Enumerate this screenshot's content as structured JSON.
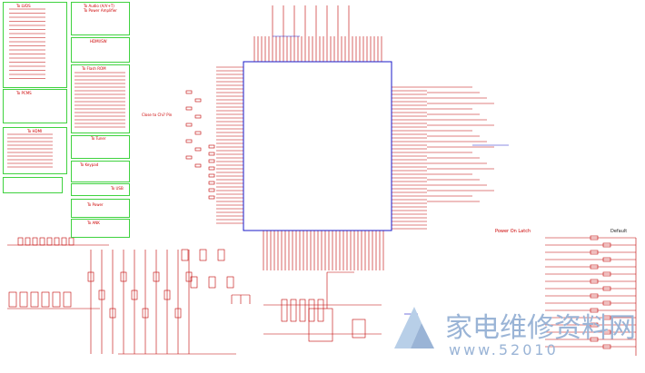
{
  "blocks": {
    "lvds": "To LVDS",
    "audio": "To Audio (A/V+T)",
    "audio_sub": "To Power Amplifier",
    "hdmi_sw": "HDMI/SW",
    "flash": "To Flash ROM",
    "pcms": "To PCMS",
    "hdmi": "To HDMI",
    "tuner": "To Tuner",
    "keypad": "To Keypad",
    "usb": "To USB",
    "power": "To Power",
    "ank": "To ANK"
  },
  "notes": {
    "close_to_ic": "Close to Chi? Pin",
    "power_on_latch": "Power On Latch",
    "default": "Default"
  },
  "watermark": {
    "chinese": "家电维修资料网",
    "url": "www.52010"
  },
  "colors": {
    "wire": "#c00000",
    "ic_outline": "#1a1ac8",
    "block_frame": "#3fd23f",
    "watermark": "#9ab4d6"
  }
}
